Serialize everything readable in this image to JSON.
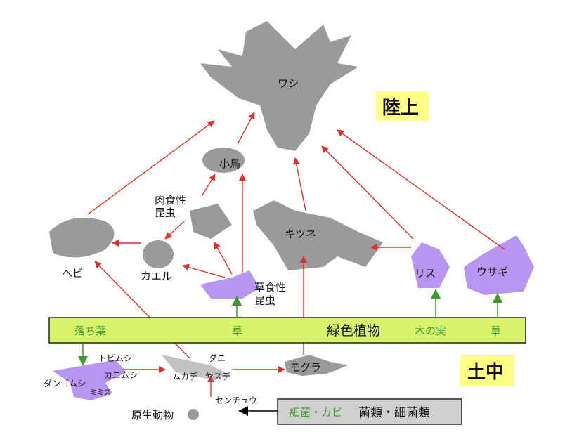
{
  "regions": {
    "land": "陸上",
    "soil": "土中"
  },
  "animals": {
    "eagle": "ワシ",
    "small_bird": "小鳥",
    "carnivorous_insect": [
      "肉食性",
      "昆虫"
    ],
    "snake": "ヘビ",
    "frog": "カエル",
    "fox": "キツネ",
    "herbivorous_insect": [
      "草食性",
      "昆虫"
    ],
    "squirrel": "リス",
    "rabbit": "ウサギ"
  },
  "plants_bar": {
    "fallen_leaves": "落ち葉",
    "grass_left": "草",
    "title": "緑色植物",
    "nuts": "木の実",
    "grass_right": "草"
  },
  "soil": {
    "springtail": "トビムシ",
    "pseudoscorpion": "カニムシ",
    "pill_bug": "ダンゴムシ",
    "earthworm": "ミミズ",
    "mite": "ダニ",
    "centipede": "ムカデ",
    "millipede": "ヤスデ",
    "nematode": "センチュウ",
    "mole": "モグラ",
    "protozoa": "原生動物"
  },
  "decomposers": {
    "green_label": "細菌・カビ",
    "label": "菌類・細菌類"
  },
  "colors": {
    "arrow": "#e0312a",
    "bar": "#d8f36e",
    "region_box": "#ffff88",
    "green": "#3f9a2a",
    "purple": "#b895f0"
  }
}
